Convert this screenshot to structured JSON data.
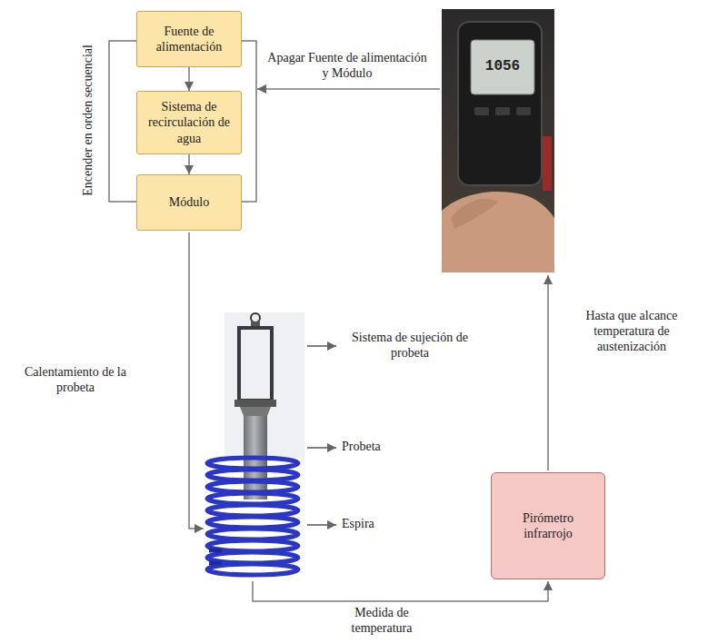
{
  "diagram": {
    "nodes": [
      {
        "text": [
          "Fuente de alimentación"
        ]
      },
      {
        "text": [
          "Sistema de recirculación de agua"
        ]
      },
      {
        "text": [
          "Módulo"
        ]
      },
      {
        "text": [
          "Pirómetro infrarrojo"
        ]
      }
    ],
    "edges": [
      {
        "from": 0,
        "to": 1,
        "arrow": "to"
      },
      {
        "from": 1,
        "to": 2,
        "arrow": "to"
      }
    ],
    "labels": [
      "Encender en orden secuencial",
      "Apagar Fuente de alimentación y Módulo",
      "Calentamiento de la probeta",
      "Sistema de sujeción de probeta",
      "Probeta",
      "Espira",
      "Medida de temperatura",
      "Hasta que alcance temperatura de austenización",
      "1056"
    ]
  }
}
